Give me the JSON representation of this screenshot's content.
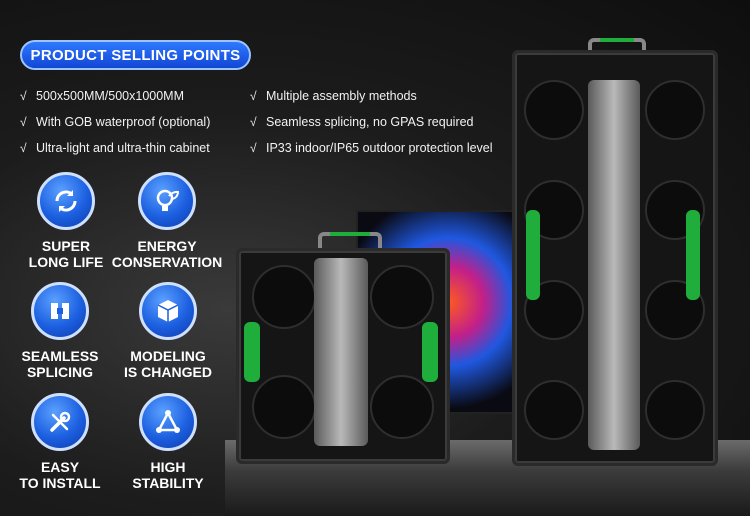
{
  "header": {
    "badge_label": "PRODUCT SELLING POINTS"
  },
  "features": {
    "left": [
      "500x500MM/500x1000MM",
      "With GOB waterproof (optional)",
      "Ultra-light and ultra-thin cabinet"
    ],
    "right": [
      "Multiple assembly methods",
      "Seamless splicing, no GPAS required",
      "IP33 indoor/IP65 outdoor protection level"
    ],
    "check_mark": "√"
  },
  "icons": [
    {
      "name": "refresh-icon",
      "line1": "SUPER",
      "line2": "LONG LIFE"
    },
    {
      "name": "bulb-leaf-icon",
      "line1": "ENERGY",
      "line2": "CONSERVATION"
    },
    {
      "name": "splice-icon",
      "line1": "SEAMLESS",
      "line2": "SPLICING"
    },
    {
      "name": "cube-icon",
      "line1": "MODELING",
      "line2": "IS CHANGED"
    },
    {
      "name": "wrench-screwdriver-icon",
      "line1": "EASY",
      "line2": "TO INSTALL"
    },
    {
      "name": "triangle-nodes-icon",
      "line1": "HIGH",
      "line2": "STABILITY"
    }
  ],
  "colors": {
    "accent_blue": "#1c5fe0",
    "grip_green": "#1fae3c",
    "background": "#1c1c1c"
  }
}
